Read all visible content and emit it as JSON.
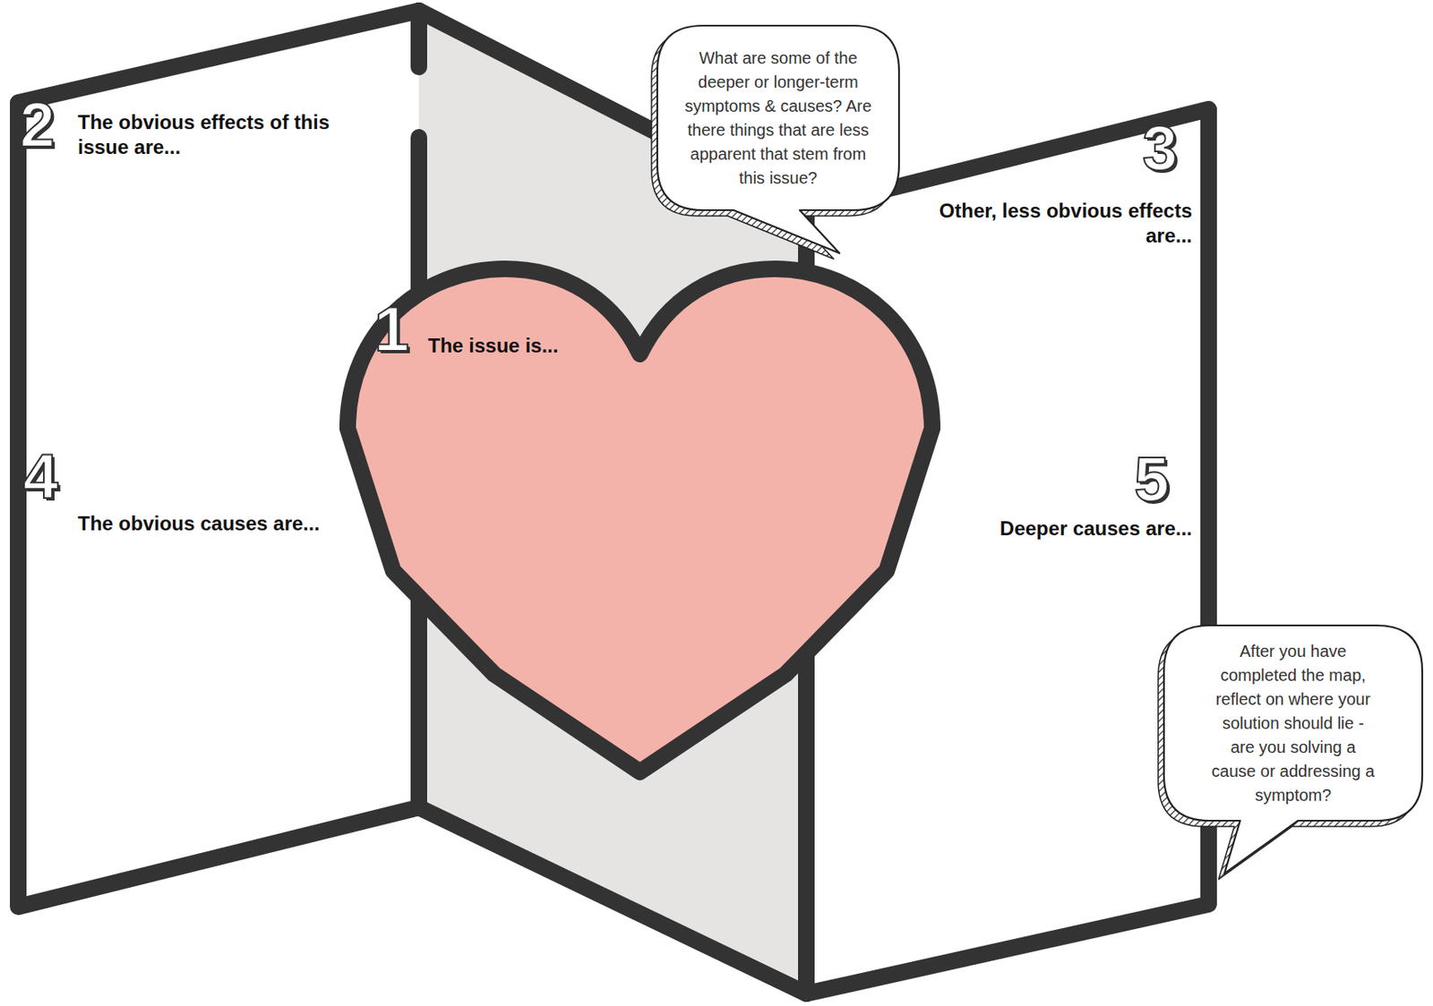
{
  "diagram": {
    "nodes": [
      {
        "text": [
          "The obvious effects of this issue are...",
          "The obvious causes are..."
        ]
      },
      {
        "text": [
          "The issue is..."
        ]
      },
      {
        "text": [
          "What are some of the deeper or longer-term symptoms & causes? Are there things that are less apparent that stem from this issue?"
        ]
      },
      {
        "text": [
          "Other, less obvious effects are...",
          "Deeper causes are..."
        ]
      },
      {
        "text": [
          "After you have completed the map, reflect on where your solution should lie - are you solving a cause or addressing a symptom?"
        ]
      }
    ],
    "labels": [
      "2",
      "3",
      "1",
      "4",
      "5"
    ]
  }
}
